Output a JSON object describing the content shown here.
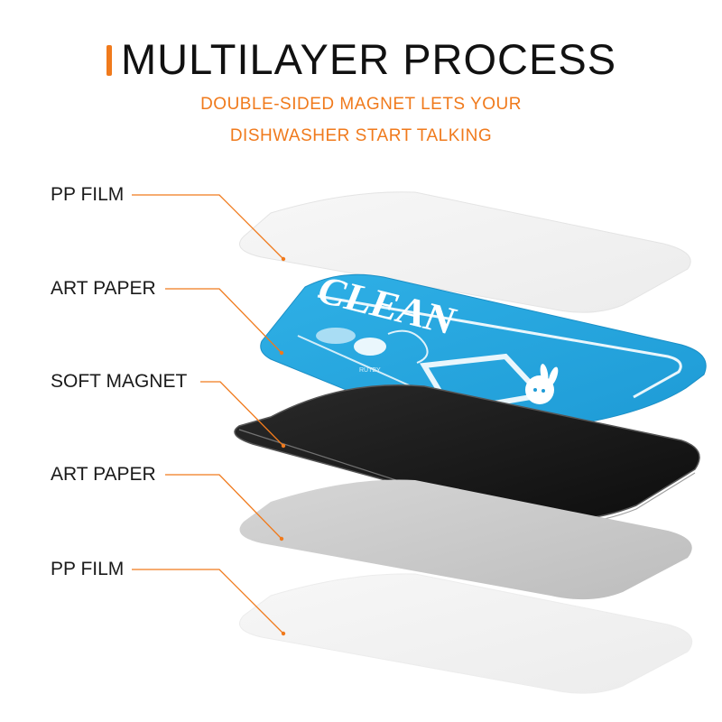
{
  "header": {
    "title": "MULTILAYER PROCESS",
    "subtitle_line1": "DOUBLE-SIDED MAGNET LETS YOUR",
    "subtitle_line2": "DISHWASHER START TALKING"
  },
  "layers": [
    {
      "label": "PP FILM"
    },
    {
      "label": "ART PAPER"
    },
    {
      "label": "SOFT MAGNET"
    },
    {
      "label": "ART PAPER"
    },
    {
      "label": "PP FILM"
    }
  ],
  "magnet_card": {
    "text": "CLEAN",
    "small_text": "RUTBY"
  },
  "colors": {
    "accent": "#f07a1c",
    "card_blue": "#2aa6e0",
    "magnet_black": "#151515",
    "film_light": "#f2f2f2",
    "paper_grey": "#c9c9c9"
  },
  "icons": {
    "bunny": "bunny-logo-icon",
    "title_marker": "orange-bar"
  }
}
